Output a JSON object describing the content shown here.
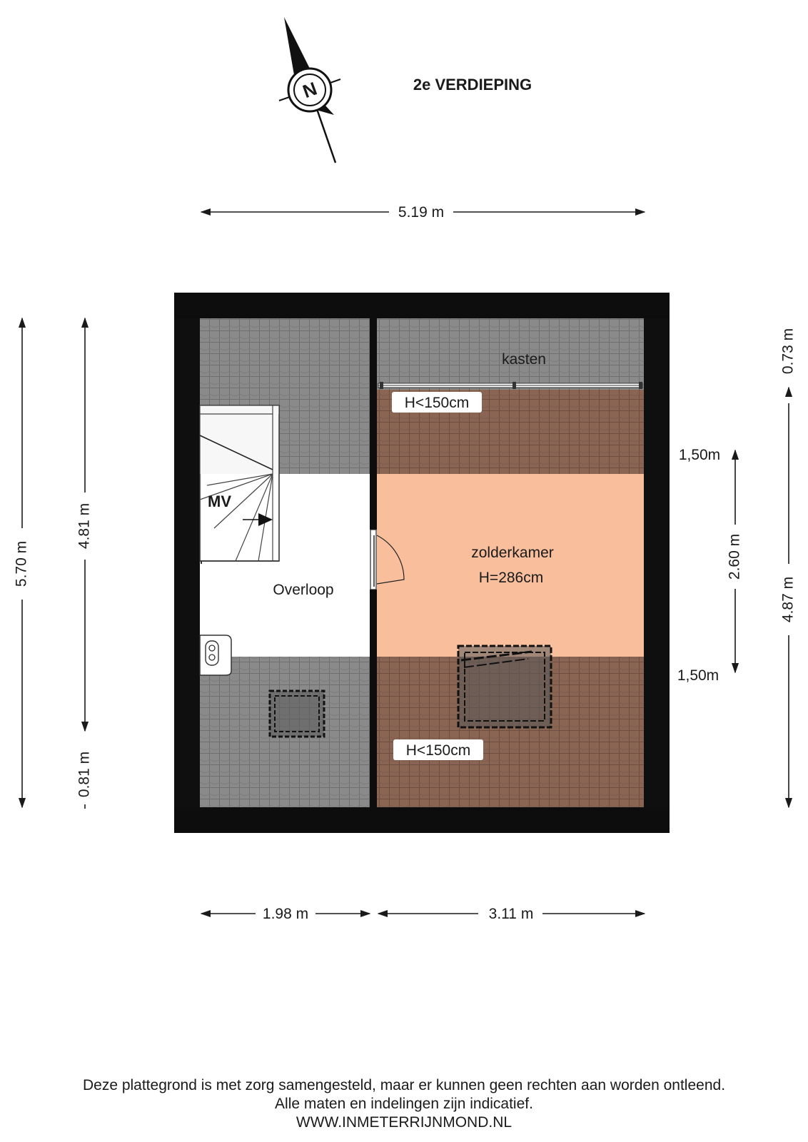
{
  "title": "2e VERDIEPING",
  "compass": {
    "letter": "N"
  },
  "rooms": {
    "overloop": "Overloop",
    "zolderkamer": "zolderkamer",
    "zolderkamer_height": "H=286cm",
    "kasten": "kasten",
    "mv": "MV",
    "low_height_top": "H<150cm",
    "low_height_bottom": "H<150cm"
  },
  "dimensions": {
    "total_width": "5.19 m",
    "left_width": "1.98 m",
    "right_width": "3.11 m",
    "total_height": "5.70 m",
    "inner_height": "4.81 m",
    "inner_bottom": "0.81 m",
    "right_top": "0.73 m",
    "right_total": "4.87 m",
    "slope_top": "1,50m",
    "room_height": "2.60 m",
    "slope_bottom": "1,50m"
  },
  "colors": {
    "wall": "#0d0d0d",
    "roof_grey": "#8a8a8a",
    "roof_brown": "#8b6553",
    "room_peach": "#f9bf9d"
  },
  "footer": {
    "line1": "Deze plattegrond is met zorg samengesteld, maar er kunnen geen rechten aan worden ontleend.",
    "line2": "Alle maten en indelingen zijn indicatief.",
    "line3": "WWW.INMETERRIJNMOND.NL"
  }
}
